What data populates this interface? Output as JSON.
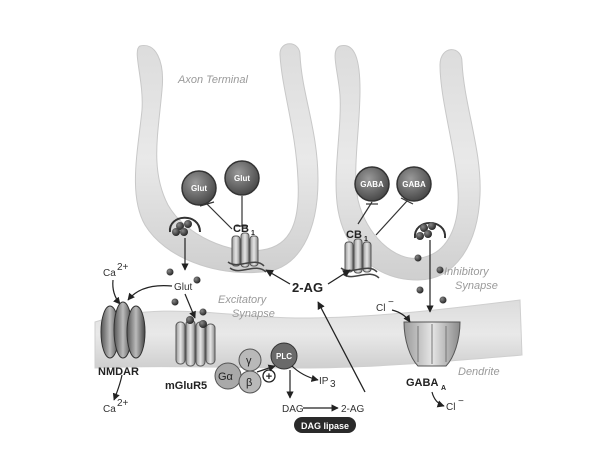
{
  "labels": {
    "axon_terminal": "Axon Terminal",
    "excitatory_synapse_line1": "Excitatory",
    "excitatory_synapse_line2": "Synapse",
    "inhibitory_synapse_line1": "Inhibitory",
    "inhibitory_synapse_line2": "Synapse",
    "dendrite": "Dendrite",
    "two_ag_center": "2-AG",
    "glut": "Glut",
    "ca_top_base": "Ca",
    "ca_top_sup": "2+",
    "ca_bottom_base": "Ca",
    "ca_bottom_sup": "2+",
    "cl_top_base": "Cl",
    "cl_top_sup": "−",
    "cl_bottom_base": "Cl",
    "cl_bottom_sup": "−",
    "nmdar": "NMDAR",
    "mglur5": "mGluR5",
    "g_alpha": "Gα",
    "g_beta": "β",
    "g_gamma": "γ",
    "plus": "+",
    "plc": "PLC",
    "ip3_base": "IP",
    "ip3_sub": "3",
    "dag": "DAG",
    "two_ag_bottom": "2-AG",
    "dag_lipase": "DAG lipase",
    "gaba_a_base": "GABA",
    "gaba_a_sub": "A",
    "cb1_left_base": "CB",
    "cb1_left_sub": "1",
    "cb1_right_base": "CB",
    "cb1_right_sub": "1"
  },
  "vesicles": {
    "glut_1": "Glut",
    "glut_2": "Glut",
    "gaba_1": "GABA",
    "gaba_2": "GABA"
  }
}
